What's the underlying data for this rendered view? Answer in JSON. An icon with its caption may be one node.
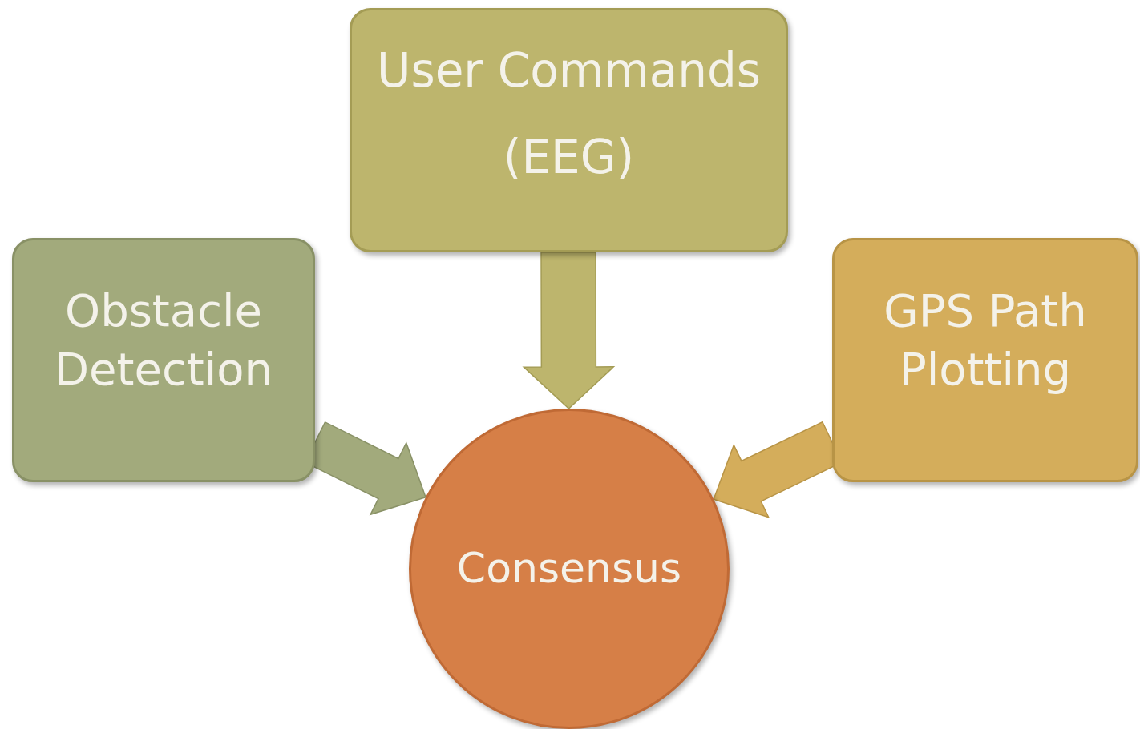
{
  "diagram": {
    "nodes": [
      {
        "text": [
          "User Commands (EEG)"
        ]
      },
      {
        "text": [
          "Obstacle Detection"
        ]
      },
      {
        "text": [
          "GPS Path Plotting"
        ]
      },
      {
        "text": [
          "Consensus"
        ]
      }
    ],
    "edges": [
      {
        "from": 0,
        "to": 3,
        "arrow": "to"
      },
      {
        "from": 1,
        "to": 3,
        "arrow": "to"
      },
      {
        "from": 2,
        "to": 3,
        "arrow": "to"
      }
    ]
  }
}
